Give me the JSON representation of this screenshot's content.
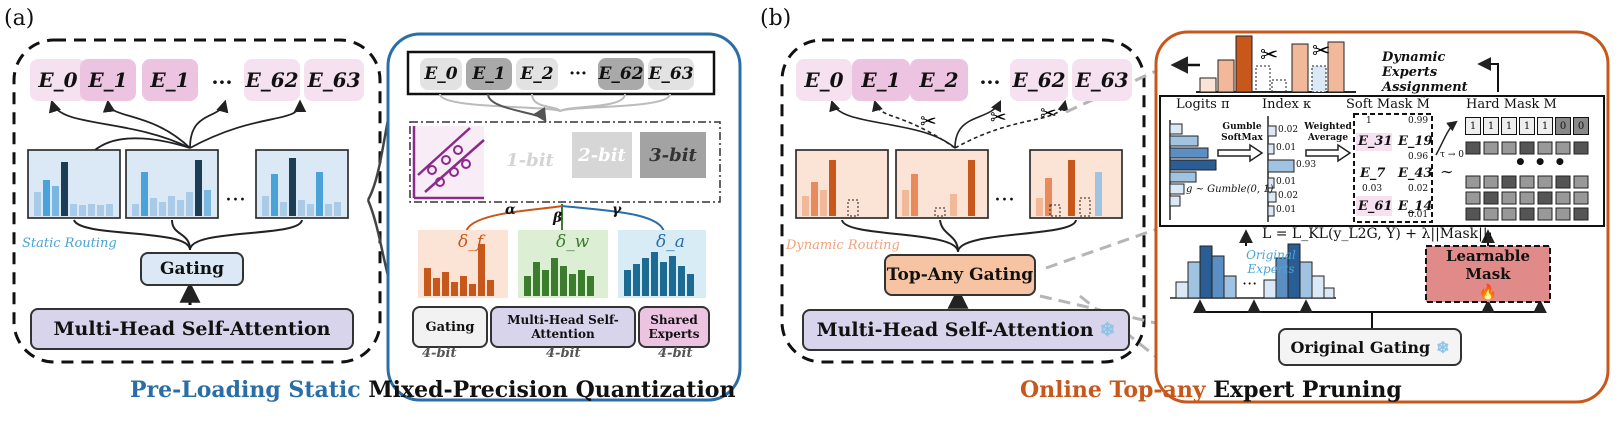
{
  "colors": {
    "left_accent": "#2a6ea8",
    "right_accent": "#c8571b",
    "expert_fill": "#f5e1f0",
    "expert_fill_dark": "#ecc4e2",
    "gating_fill": "#dbe9f7",
    "mhsa_fill": "#d8d4ec",
    "topany_fill": "#f6c3a3",
    "mask_fill": "#e08a8a",
    "bar_blue": "#4aa3d8",
    "bar_dark": "#1d3d55",
    "bar_orange": "#c8571b",
    "bar_green": "#3b7d2c"
  },
  "panel_a": {
    "label": "(a)",
    "experts": [
      "E_0",
      "E_1",
      "E_1",
      "E_62",
      "E_63"
    ],
    "ellipsis": "···",
    "routing_label": "Static Routing",
    "gating_label": "Gating",
    "mhsa_label": "Multi-Head Self-Attention",
    "caption_colored": "Pre-Loading Static",
    "caption_rest": " Mixed-Precision Quantization",
    "detail": {
      "experts": [
        "E_0",
        "E_1",
        "E_2",
        "E_62",
        "E_63"
      ],
      "bits": [
        "1-bit",
        "2-bit",
        "3-bit"
      ],
      "weights": [
        "α",
        "β",
        "γ"
      ],
      "deltas": [
        "δ_f",
        "δ_w",
        "δ_a"
      ],
      "boxes": [
        {
          "label": "Gating",
          "bit": "4-bit"
        },
        {
          "label": "Multi-Head Self-Attention",
          "bit": "4-bit"
        },
        {
          "label": "Shared Experts",
          "bit": "4-bit"
        }
      ]
    }
  },
  "panel_b": {
    "label": "(b)",
    "experts": [
      "E_0",
      "E_1",
      "E_2",
      "E_62",
      "E_63"
    ],
    "ellipsis": "···",
    "routing_label": "Dynamic Routing",
    "gating_label": "Top-Any Gating",
    "mhsa_label": "Multi-Head Self-Attention",
    "caption_colored": "Online Top-any",
    "caption_rest": " Expert Pruning",
    "detail": {
      "assign_label": "Dynamic Experts Assignment",
      "col_headers": [
        "Logits π",
        "Index κ",
        "Soft Mask M̃",
        "Hard Mask M"
      ],
      "gumble_label": "Gumble SoftMax",
      "gumble_formula": "g ~ Gumble(0, 1)",
      "weighted_label": "Weighted Average",
      "index_values": [
        "0.02",
        "0.01",
        "0.93",
        "0.01",
        "0.02",
        "0.01"
      ],
      "soft_mask": [
        {
          "name": "E_31",
          "val": "1"
        },
        {
          "name": "E_19",
          "val": "0.99"
        },
        {
          "name": "E_7",
          "val": "0.96"
        },
        {
          "name": "E_43",
          "val": "0.03"
        },
        {
          "name": "E_61",
          "val": "0.02"
        },
        {
          "name": "E_14",
          "val": "0.01"
        }
      ],
      "hard_mask_row": [
        "1",
        "1",
        "1",
        "1",
        "1",
        "0",
        "0"
      ],
      "tau_label": "τ → 0",
      "loss_formula": "L = L_KL(y_L2G, Y) + λ||Mask||₁",
      "original_experts_label": "Original Experts",
      "learnable_mask_label": "Learnable Mask",
      "original_gating_label": "Original Gating"
    }
  }
}
